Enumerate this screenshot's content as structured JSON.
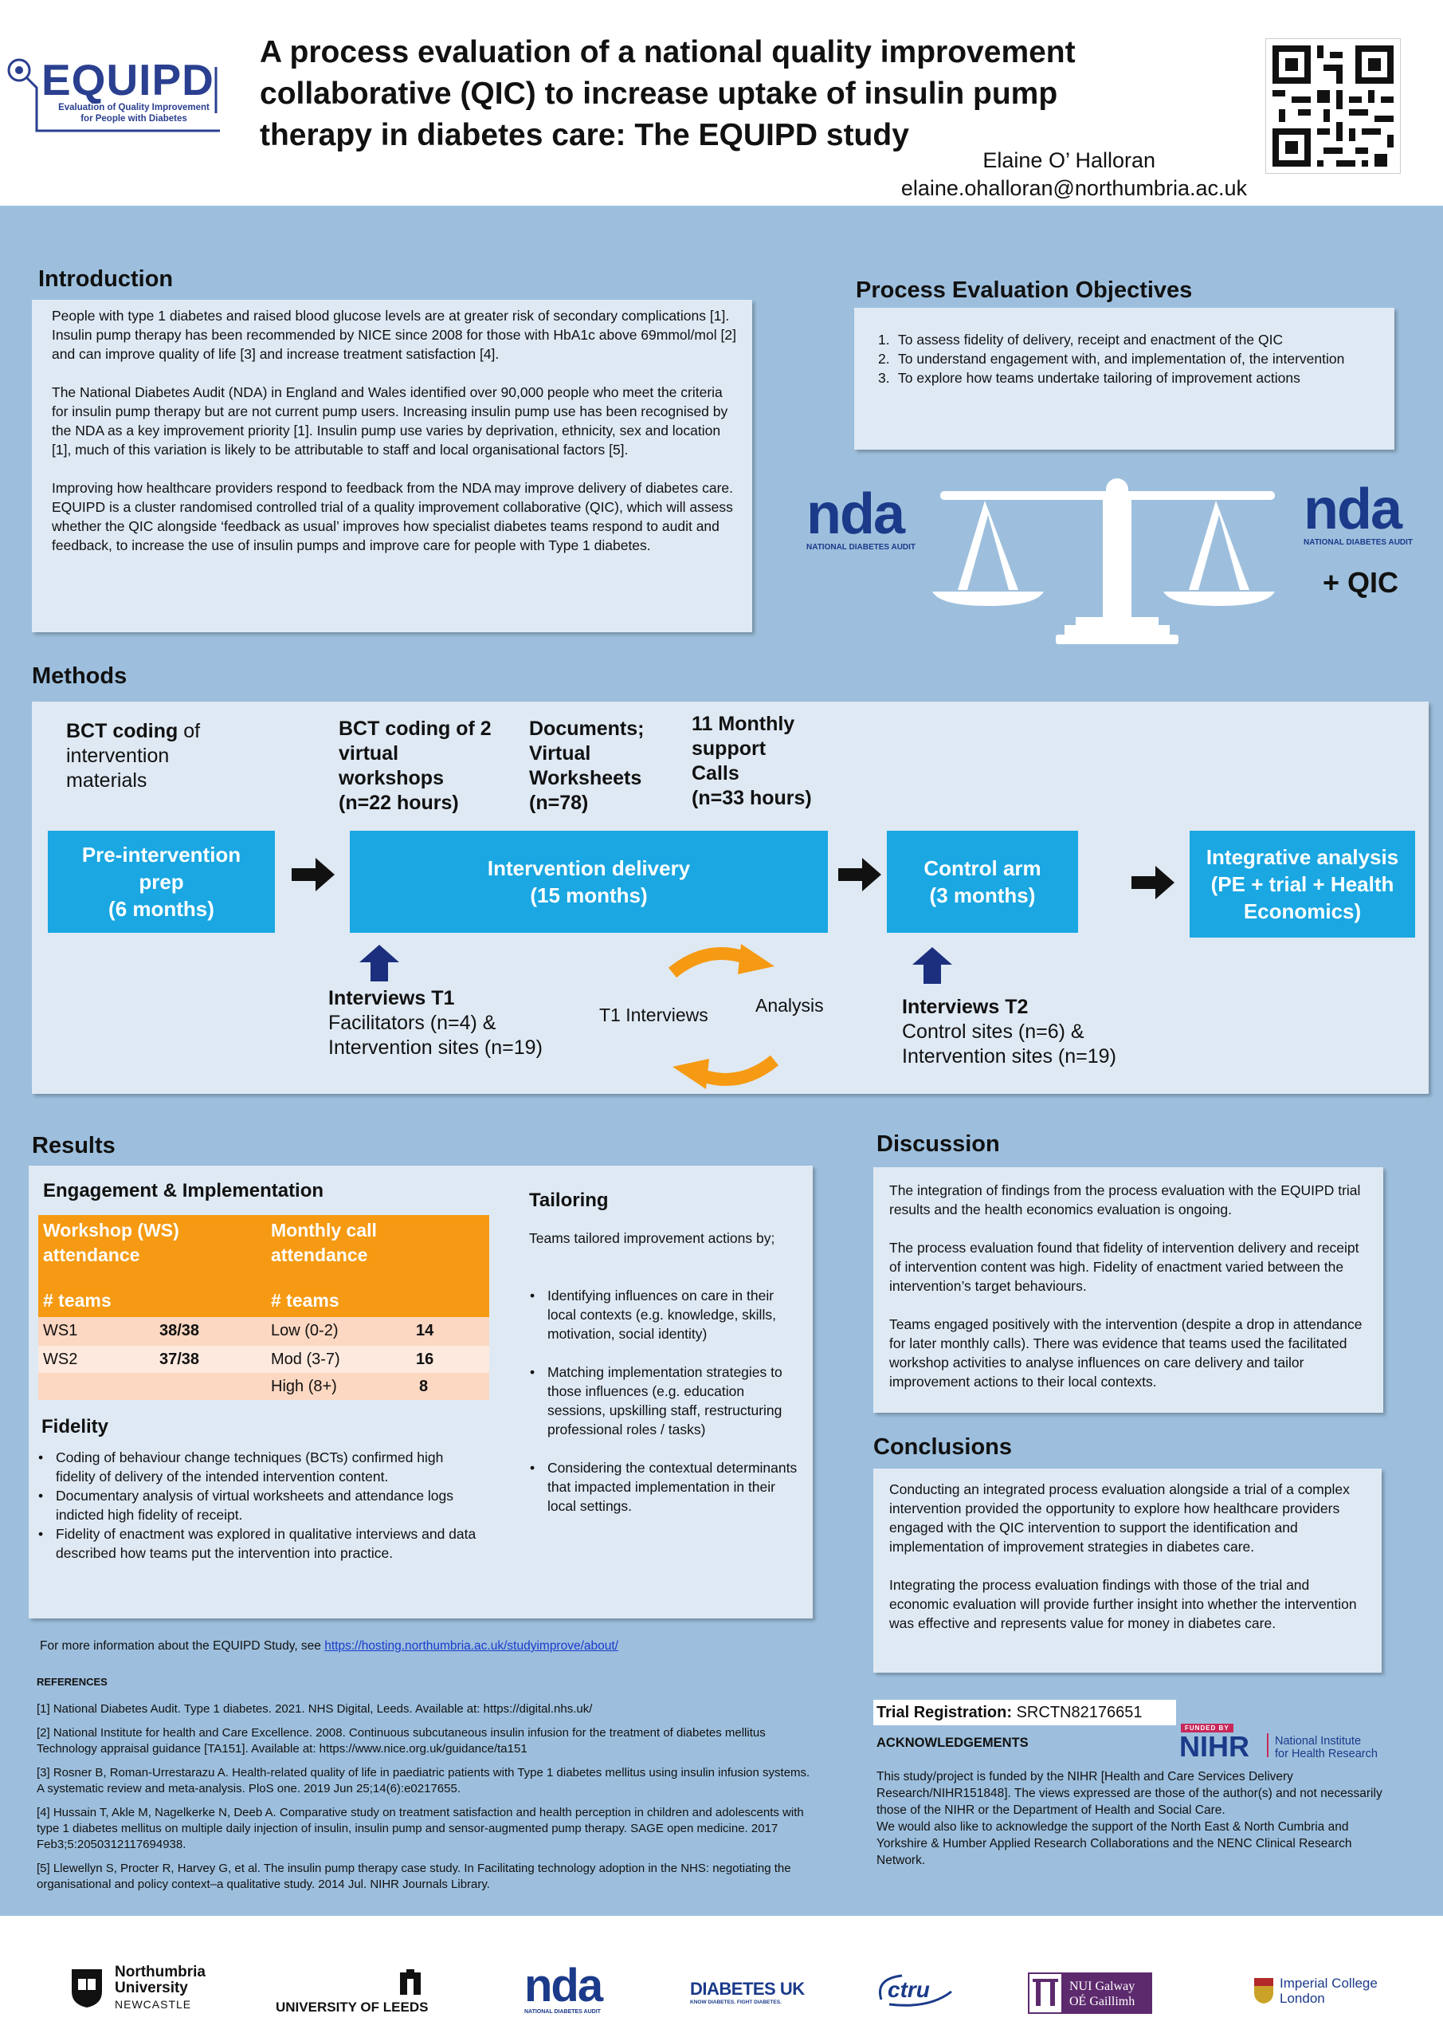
{
  "header": {
    "logo_text": "EQUIPD",
    "logo_sub_1": "Evaluation of Quality Improvement",
    "logo_sub_2": "for People with Diabetes",
    "title_lines": [
      "A process evaluation of a national quality improvement",
      "collaborative (QIC) to increase uptake of insulin pump",
      "therapy in diabetes care: The EQUIPD study"
    ],
    "author": "Elaine O’ Halloran",
    "email": "elaine.ohalloran@northumbria.ac.uk"
  },
  "introduction": {
    "heading": "Introduction",
    "paragraphs": [
      "People with type 1 diabetes and raised blood glucose levels are at greater risk of secondary complications [1]. Insulin pump therapy has been recommended by NICE since 2008 for those with HbA1c above 69mmol/mol [2] and can improve quality of life [3] and increase treatment satisfaction [4].",
      "The National Diabetes Audit (NDA) in England and Wales identified over 90,000 people who meet the criteria for insulin pump therapy but are not current pump users. Increasing insulin pump use has been recognised by the NDA as a key improvement priority [1]. Insulin pump use varies by deprivation, ethnicity, sex and location [1], much of this variation is likely to be attributable to staff and local organisational factors [5].",
      "Improving how healthcare providers respond to feedback from the NDA may improve delivery of diabetes care. EQUIPD is a cluster randomised controlled trial of a quality improvement collaborative (QIC), which will assess whether the QIC alongside ‘feedback as usual’ improves how specialist diabetes teams respond to audit and feedback, to increase the use of insulin pumps and improve care for people with Type 1 diabetes."
    ]
  },
  "objectives": {
    "heading": "Process Evaluation Objectives",
    "items": [
      {
        "num": "1.",
        "text": "To assess fidelity of delivery, receipt and enactment of the QIC"
      },
      {
        "num": "2.",
        "text": "To understand engagement with, and implementation of, the intervention"
      },
      {
        "num": "3.",
        "text": "To explore how teams undertake tailoring of improvement actions"
      }
    ]
  },
  "scale": {
    "nda_text": "nda",
    "nda_sub": "NATIONAL DIABETES AUDIT",
    "qic_label": "+ QIC"
  },
  "methods": {
    "heading": "Methods",
    "top_labels": {
      "bct1_bold": "BCT coding",
      "bct1_rest_a": " of",
      "bct1_rest_b": "intervention",
      "bct1_rest_c": "materials",
      "bct2_a": "BCT coding of 2",
      "bct2_b": "virtual",
      "bct2_c": "workshops",
      "bct2_n": "(n=22 hours)",
      "docs_a": "Documents;",
      "docs_b": "Virtual",
      "docs_c": "Worksheets",
      "docs_n": "(n=78)",
      "calls_a": "11 Monthly",
      "calls_b": "support",
      "calls_c": "Calls",
      "calls_n": "(n=33 hours)"
    },
    "boxes": [
      {
        "line1": "Pre-intervention",
        "line2": "prep",
        "line3": "(6 months)"
      },
      {
        "line1": "Intervention delivery",
        "line2": "(15 months)"
      },
      {
        "line1": "Control arm",
        "line2": "(3 months)"
      },
      {
        "line1": "Integrative analysis",
        "line2": "(PE + trial + Health",
        "line3": "Economics)"
      }
    ],
    "t1_title": "Interviews T1",
    "t1_line1": "Facilitators (n=4) &",
    "t1_line2": "Intervention sites (n=19)",
    "cycle_left": "T1 Interviews",
    "cycle_right": "Analysis",
    "t2_title": "Interviews T2",
    "t2_line1": "Control sites (n=6) &",
    "t2_line2": "Intervention sites (n=19)"
  },
  "results": {
    "heading": "Results",
    "engagement_heading": "Engagement & Implementation",
    "table_headers": [
      "Workshop (WS)",
      "attendance",
      "Monthly call",
      "attendance",
      "# teams",
      "# teams"
    ],
    "ws_rows": [
      {
        "label": "WS1",
        "value": "38/38"
      },
      {
        "label": "WS2",
        "value": "37/38"
      }
    ],
    "call_rows": [
      {
        "label": "Low (0-2)",
        "value": "14"
      },
      {
        "label": "Mod (3-7)",
        "value": "16"
      },
      {
        "label": "High (8+)",
        "value": "8"
      }
    ],
    "fidelity_heading": "Fidelity",
    "fidelity_items": [
      "Coding of behaviour change techniques (BCTs) confirmed high fidelity of delivery of the intended intervention content.",
      "Documentary analysis of virtual worksheets and attendance logs indicted high fidelity of receipt.",
      "Fidelity of enactment was explored in qualitative interviews and data described how teams put the intervention into practice."
    ],
    "tailoring_heading": "Tailoring",
    "tailoring_intro": "Teams tailored improvement actions by;",
    "tailoring_items": [
      "Identifying influences on care in their local contexts (e.g. knowledge, skills, motivation, social identity)",
      "Matching implementation strategies to those influences (e.g. education sessions, upskilling staff, restructuring professional roles / tasks)",
      "Considering the contextual determinants that impacted implementation in their local settings."
    ]
  },
  "discussion": {
    "heading": "Discussion",
    "paragraphs": [
      "The integration of findings from the process evaluation with the EQUIPD trial results and the health economics evaluation is ongoing.",
      "The process evaluation found that fidelity of intervention delivery and receipt of intervention content was high. Fidelity of enactment varied between the intervention’s target behaviours.",
      "Teams engaged positively with the intervention (despite a drop in attendance for later monthly calls). There was evidence that  teams used the facilitated workshop activities to analyse influences on care delivery and tailor improvement actions to their local contexts."
    ]
  },
  "conclusions": {
    "heading": "Conclusions",
    "paragraphs": [
      "Conducting an integrated process evaluation alongside a trial of a complex intervention provided the opportunity to explore how healthcare providers engaged with the QIC intervention to support the identification and implementation of improvement strategies in diabetes care.",
      "Integrating the process evaluation findings with those of the trial and economic evaluation will provide further insight into whether the intervention was effective and represents value for money in diabetes care."
    ]
  },
  "more_info": {
    "text": "For more information about the EQUIPD Study, see ",
    "link": "https://hosting.northumbria.ac.uk/studyimprove/about/"
  },
  "references": {
    "heading": "REFERENCES",
    "items": [
      "[1] National Diabetes Audit. Type 1 diabetes. 2021. NHS Digital, Leeds. Available at: https://digital.nhs.uk/",
      "[2] National Institute for health and Care Excellence. 2008. Continuous subcutaneous insulin infusion for the treatment of diabetes mellitus Technology appraisal guidance [TA151]. Available at: https://www.nice.org.uk/guidance/ta151",
      "[3] Rosner B, Roman-Urrestarazu A. Health-related quality of life in paediatric patients with Type 1 diabetes mellitus using insulin infusion systems. A systematic review and meta-analysis. PloS one. 2019 Jun 25;14(6):e0217655.",
      "[4] Hussain T, Akle M, Nagelkerke N, Deeb A. Comparative study on treatment satisfaction and health perception in children and adolescents with type 1 diabetes mellitus on multiple daily injection of insulin, insulin pump and sensor-augmented pump therapy. SAGE open medicine. 2017 Feb3;5:2050312117694938.",
      "[5] Llewellyn S, Procter R, Harvey G, et al. The insulin pump therapy case study. In Facilitating technology adoption in the NHS: negotiating the organisational and policy context–a qualitative study. 2014 Jul. NIHR Journals Library."
    ]
  },
  "trial": {
    "label": "Trial Registration:",
    "value": " SRCTN82176651"
  },
  "acknowledgements": {
    "heading": "ACKNOWLEDGEMENTS",
    "text1": "This study/project is funded by the NIHR [Health and Care Services Delivery Research/NIHR151848]. The views expressed are those of the author(s) and not necessarily those of the NIHR or the Department of Health and Social Care.",
    "text2": "We would also like to acknowledge the support of the North East & North Cumbria and Yorkshire & Humber Applied Research Collaborations and the NENC Clinical Research Network."
  },
  "nihr": {
    "funded_by": "FUNDED BY",
    "name": "NIHR",
    "line1": "National Institute",
    "line2": "for Health Research"
  },
  "footer_logos": {
    "northumbria_1": "Northumbria",
    "northumbria_2": "University",
    "northumbria_3": "NEWCASTLE",
    "leeds": "UNIVERSITY OF LEEDS",
    "nda": "nda",
    "nda_sub": "NATIONAL DIABETES AUDIT",
    "diabetes_uk": "DIABETES UK",
    "diabetes_uk_sub": "KNOW DIABETES. FIGHT DIABETES.",
    "ctru": "ctru",
    "galway_1": "NUI Galway",
    "galway_2": "OÉ Gaillimh",
    "imperial_1": "Imperial College",
    "imperial_2": "London"
  },
  "colors": {
    "main_bg": "#9dbfdd",
    "box_bg": "#dfe9f4",
    "flow_blue": "#1aa7e2",
    "orange": "#f59a12",
    "navy": "#1b3a8a"
  }
}
